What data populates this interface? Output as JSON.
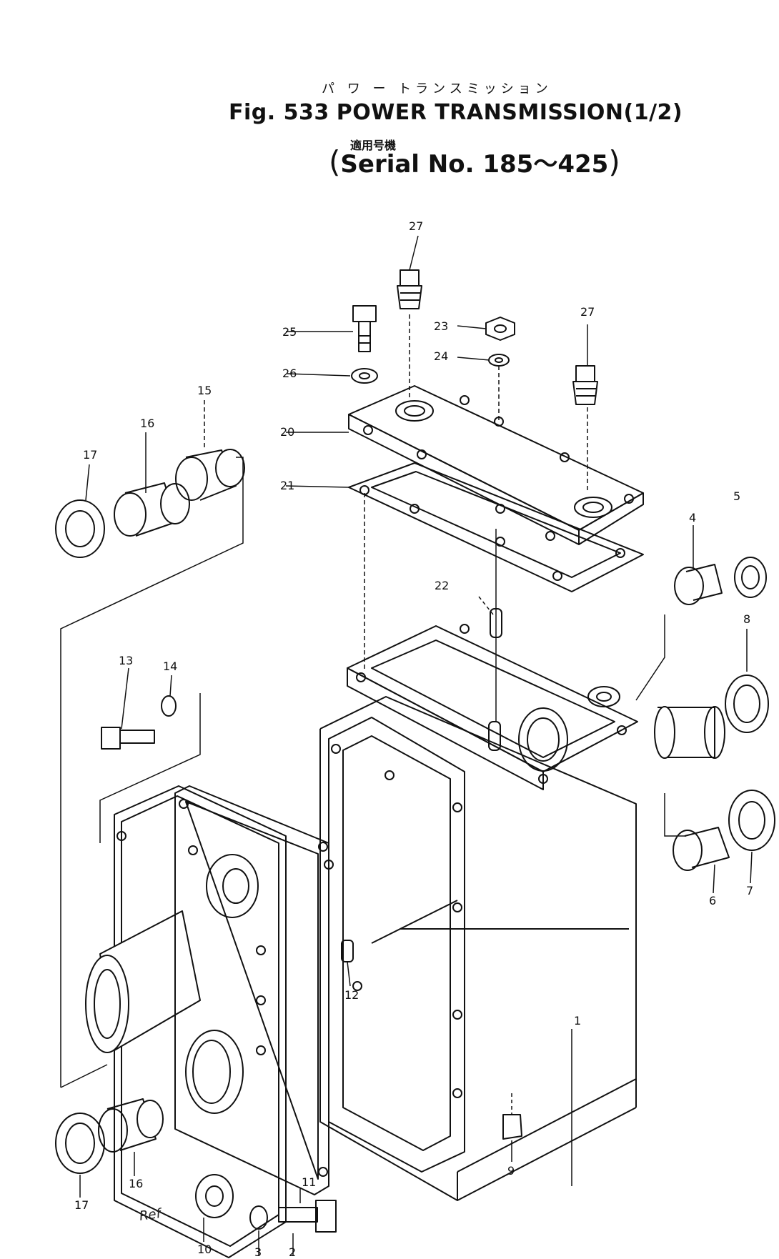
{
  "header": {
    "kana": "パ ワ ー トランスミッション",
    "fig_label": "Fig. 533",
    "fig_title": "POWER TRANSMISSION(1/2)",
    "serial_jp": "適用号機",
    "serial_label": "Serial No. 185～425"
  },
  "callouts": [
    {
      "id": "27a",
      "text": "27"
    },
    {
      "id": "25",
      "text": "25"
    },
    {
      "id": "26",
      "text": "26"
    },
    {
      "id": "23",
      "text": "23"
    },
    {
      "id": "24",
      "text": "24"
    },
    {
      "id": "27b",
      "text": "27"
    },
    {
      "id": "20",
      "text": "20"
    },
    {
      "id": "21",
      "text": "21"
    },
    {
      "id": "15",
      "text": "15"
    },
    {
      "id": "16a",
      "text": "16"
    },
    {
      "id": "17a",
      "text": "17"
    },
    {
      "id": "5",
      "text": "5"
    },
    {
      "id": "4",
      "text": "4"
    },
    {
      "id": "22",
      "text": "22"
    },
    {
      "id": "8",
      "text": "8"
    },
    {
      "id": "13",
      "text": "13"
    },
    {
      "id": "14",
      "text": "14"
    },
    {
      "id": "7",
      "text": "7"
    },
    {
      "id": "6",
      "text": "6"
    },
    {
      "id": "12",
      "text": "12"
    },
    {
      "id": "1",
      "text": "1"
    },
    {
      "id": "9",
      "text": "9"
    },
    {
      "id": "11",
      "text": "11"
    },
    {
      "id": "10",
      "text": "10"
    },
    {
      "id": "16b",
      "text": "16"
    },
    {
      "id": "17b",
      "text": "17"
    },
    {
      "id": "3",
      "text": "3"
    },
    {
      "id": "2",
      "text": "2"
    }
  ],
  "stamp_text": "Ref"
}
